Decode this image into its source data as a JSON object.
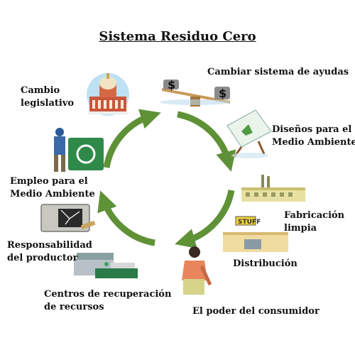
{
  "title": "Sistema Residuo Cero",
  "colors": {
    "arrow": "#5f9137",
    "text": "#111111"
  },
  "nodes": [
    {
      "id": "cambiar",
      "lines": [
        "Cambiar sistema de ayudas"
      ],
      "icon": "scale-with-dollar-bags-icon"
    },
    {
      "id": "disenos",
      "lines": [
        "Diseños para el",
        "Medio Ambiente"
      ],
      "icon": "drafting-table-icon"
    },
    {
      "id": "fabricacion",
      "lines": [
        "Fabricación",
        "limpia"
      ],
      "icon": "factory-icon"
    },
    {
      "id": "distribucion",
      "lines": [
        "Distribución"
      ],
      "icon": "store-icon"
    },
    {
      "id": "poder",
      "lines": [
        "El poder del consumidor"
      ],
      "icon": "shopper-icon"
    },
    {
      "id": "centros",
      "lines": [
        "Centros de recuperación",
        "de recursos"
      ],
      "icon": "recovery-center-icon"
    },
    {
      "id": "responsabilidad",
      "lines": [
        "Responsabilidad",
        "del productor"
      ],
      "icon": "broken-monitor-icon"
    },
    {
      "id": "empleo",
      "lines": [
        "Empleo para el",
        "Medio Ambiente"
      ],
      "icon": "recycling-worker-icon"
    },
    {
      "id": "cambio",
      "lines": [
        "Cambio",
        "legislativo"
      ],
      "icon": "capitol-icon"
    }
  ]
}
